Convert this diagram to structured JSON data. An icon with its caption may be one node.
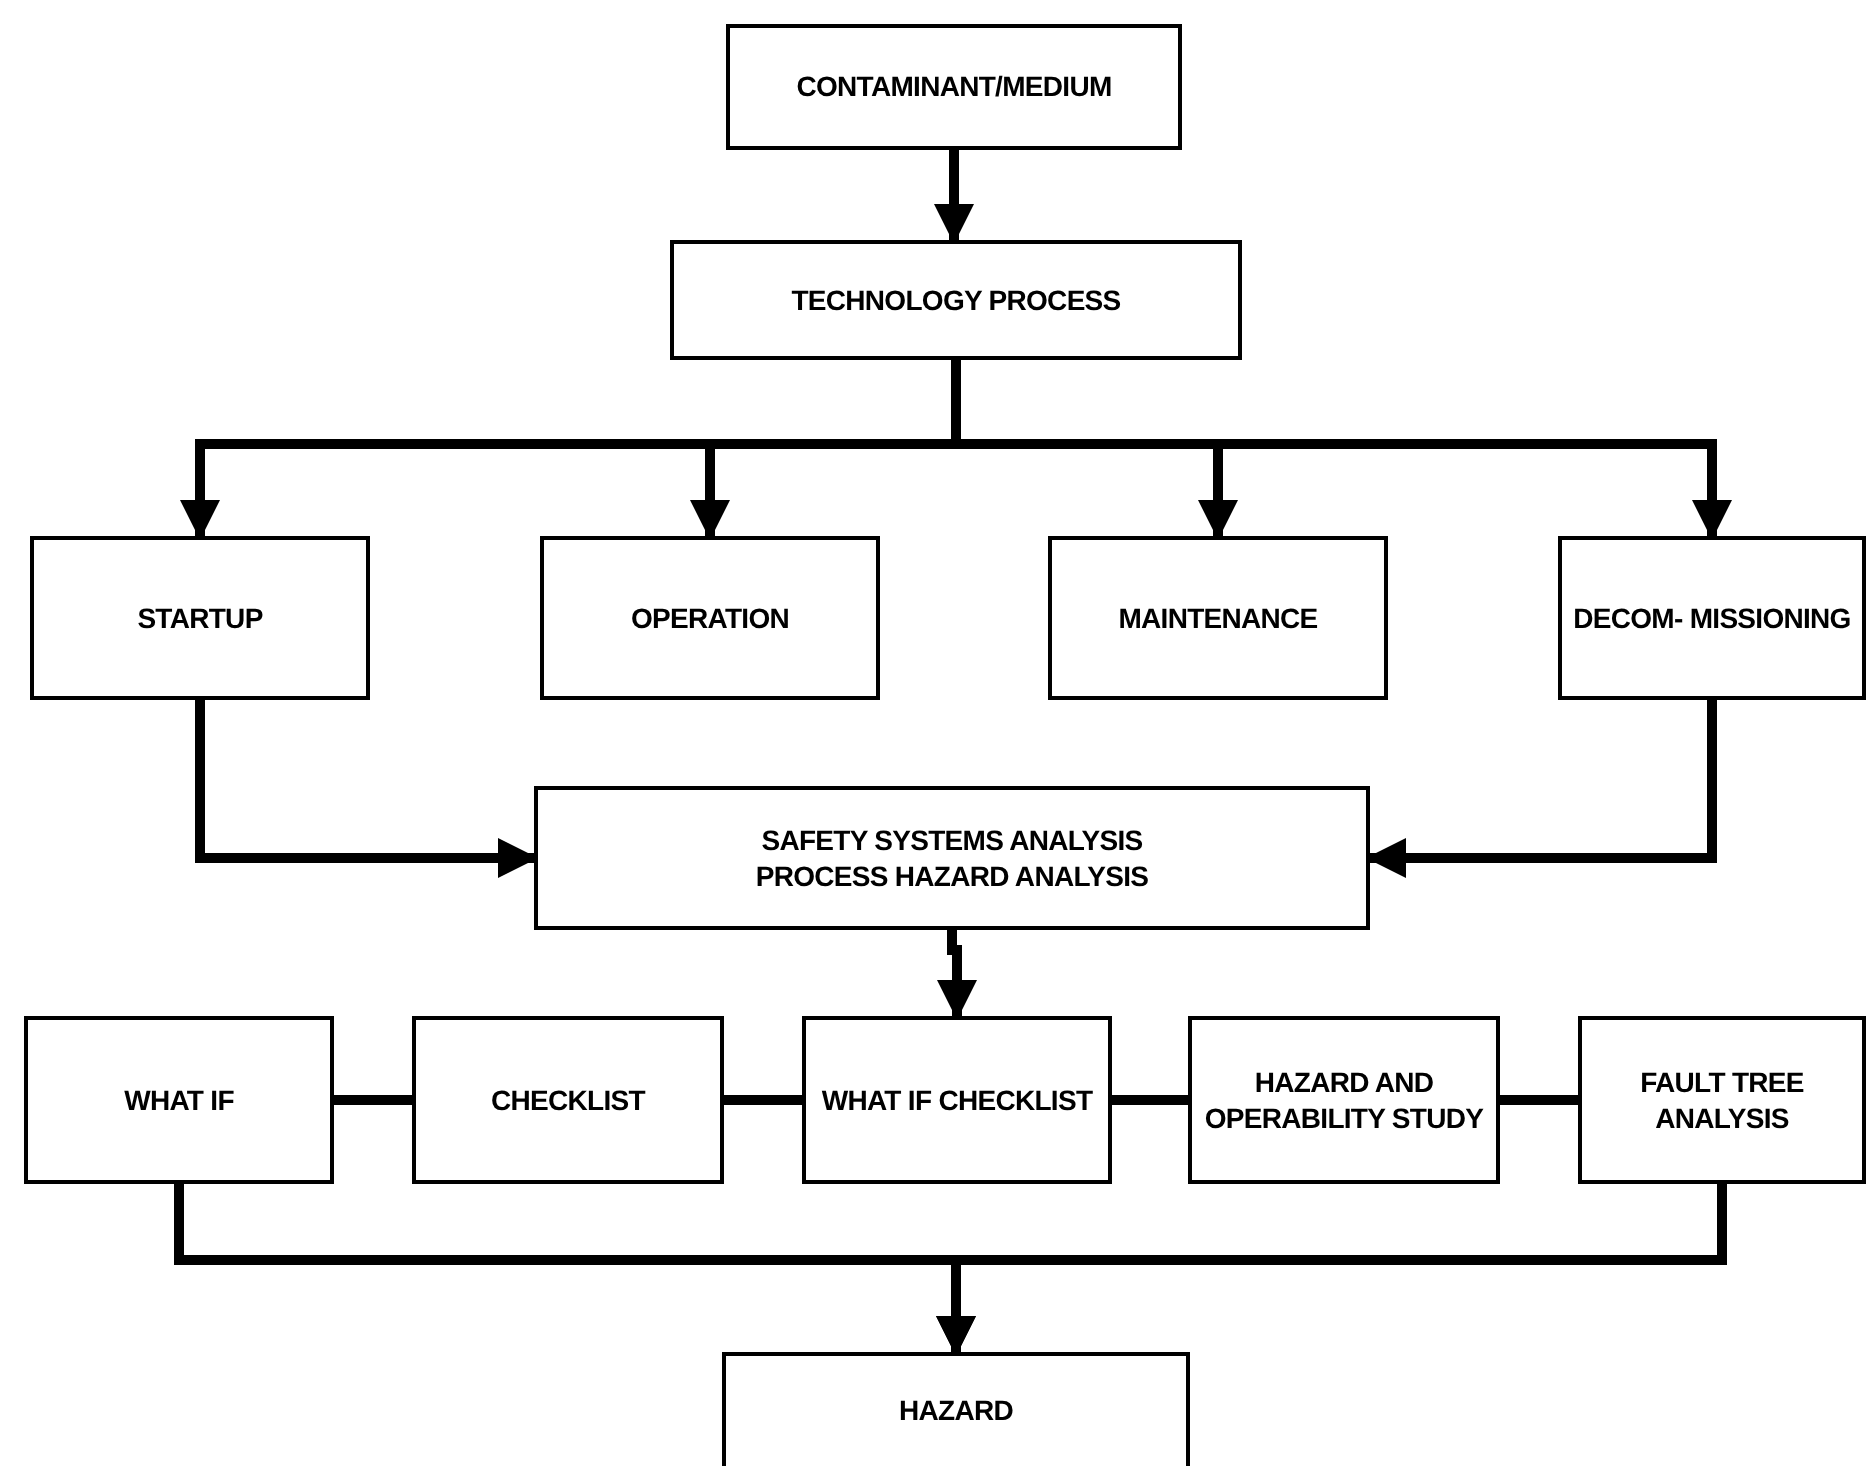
{
  "diagram": {
    "nodes": [
      {
        "text": [
          "CONTAMINANT/MEDIUM"
        ]
      },
      {
        "text": [
          "TECHNOLOGY PROCESS"
        ]
      },
      {
        "text": [
          "STARTUP"
        ]
      },
      {
        "text": [
          "OPERATION"
        ]
      },
      {
        "text": [
          "MAINTENANCE"
        ]
      },
      {
        "text": [
          "DECOM- MISSIONING"
        ]
      },
      {
        "text": [
          "SAFETY SYSTEMS ANALYSIS",
          "PROCESS HAZARD ANALYSIS"
        ]
      },
      {
        "text": [
          "WHAT IF"
        ]
      },
      {
        "text": [
          "CHECKLIST"
        ]
      },
      {
        "text": [
          "WHAT IF CHECKLIST"
        ]
      },
      {
        "text": [
          "HAZARD AND OPERABILITY STUDY"
        ]
      },
      {
        "text": [
          "FAULT TREE ANALYSIS"
        ]
      },
      {
        "text": [
          "HAZARD"
        ]
      }
    ],
    "edges": [
      {
        "from": 0,
        "to": 1,
        "arrow": "to"
      },
      {
        "from": 1,
        "to": 2,
        "arrow": "to"
      },
      {
        "from": 1,
        "to": 3,
        "arrow": "to"
      },
      {
        "from": 1,
        "to": 4,
        "arrow": "to"
      },
      {
        "from": 1,
        "to": 5,
        "arrow": "to"
      },
      {
        "from": 2,
        "to": 6,
        "arrow": "to"
      },
      {
        "from": 5,
        "to": 6,
        "arrow": "to"
      },
      {
        "from": 6,
        "to": 9,
        "arrow": "to"
      },
      {
        "from": 7,
        "to": 8,
        "arrow": "none"
      },
      {
        "from": 8,
        "to": 9,
        "arrow": "none"
      },
      {
        "from": 9,
        "to": 10,
        "arrow": "none"
      },
      {
        "from": 10,
        "to": 11,
        "arrow": "none"
      },
      {
        "from": 7,
        "to": 12,
        "arrow": "to"
      },
      {
        "from": 11,
        "to": 12,
        "arrow": "to"
      }
    ]
  }
}
